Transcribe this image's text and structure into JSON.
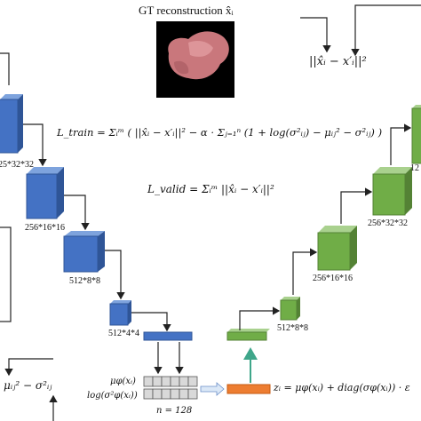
{
  "gt_label": "GT reconstruction x̂ᵢ",
  "top_right_formula": "||x̂ᵢ − x′ᵢ||²",
  "loss_train": "L_train = Σᵢᵐ ( ||x̂ᵢ − x′ᵢ||² − α · Σⱼ₌₁ⁿ (1 + log(σ²ᵢⱼ) − μᵢⱼ² − σ²ᵢⱼ) )",
  "loss_valid": "L_valid = Σᵢᵐ ||x̂ᵢ − x′ᵢ||²",
  "encoder_dims": [
    "25*32*32",
    "256*16*16",
    "512*8*8",
    "512*4*4"
  ],
  "decoder_dims": [
    "512*8*8",
    "256*16*16",
    "256*32*32",
    "12"
  ],
  "latent": {
    "mu_label": "μφ(xᵢ)",
    "logvar_label": "log(σ²φ(xᵢ))",
    "n_label": "n = 128",
    "z_formula": "zᵢ = μφ(xᵢ) + diag(σφ(xᵢ)) · ε"
  },
  "bottom_left_formula": "μᵢⱼ² − σ²ᵢⱼ",
  "colors": {
    "encoder": "#4472c4",
    "decoder": "#70ad47",
    "latent_z": "#ed7d31",
    "mu_sigma": "#d9d9d9",
    "teal_arrow": "#3fa68a"
  }
}
